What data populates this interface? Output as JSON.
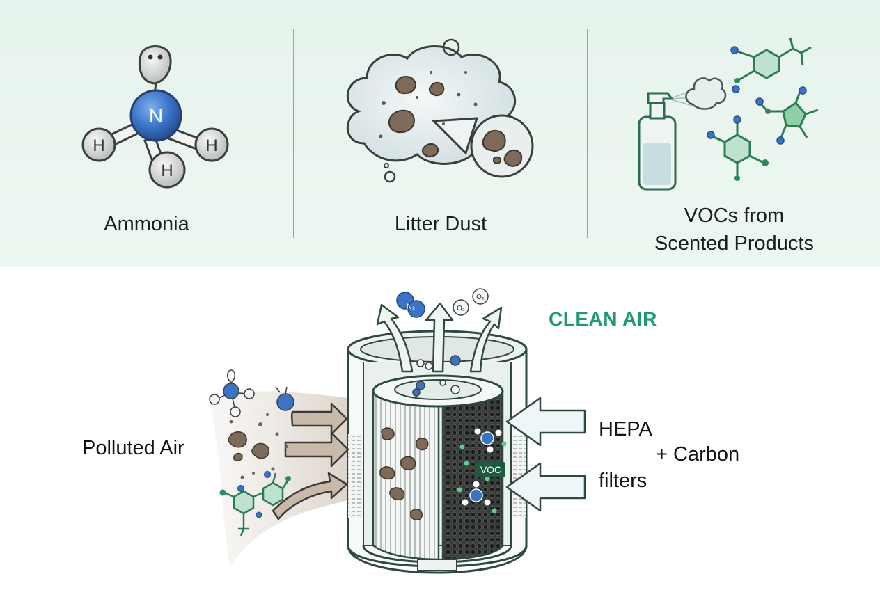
{
  "panels": [
    {
      "id": "ammonia",
      "label": "Ammonia",
      "atom_center": "N",
      "atom_h": "H"
    },
    {
      "id": "dust",
      "label": "Litter Dust"
    },
    {
      "id": "voc",
      "label_line1": "VOCs from",
      "label_line2": "Scented Products"
    }
  ],
  "purifier": {
    "clean_air": "CLEAN AIR",
    "polluted_air": "Polluted Air",
    "filter_line1": "HEPA",
    "filter_line2": "+ Carbon",
    "filter_line3": "filters",
    "voc_tag": "VOC",
    "gas_n2": "N₂",
    "gas_o2": "O₂"
  },
  "colors": {
    "accent_green": "#1f9a6c",
    "band_green": "#e6f3ec",
    "molecule_blue": "#3b74c4",
    "dust_brown": "#8a7462"
  }
}
